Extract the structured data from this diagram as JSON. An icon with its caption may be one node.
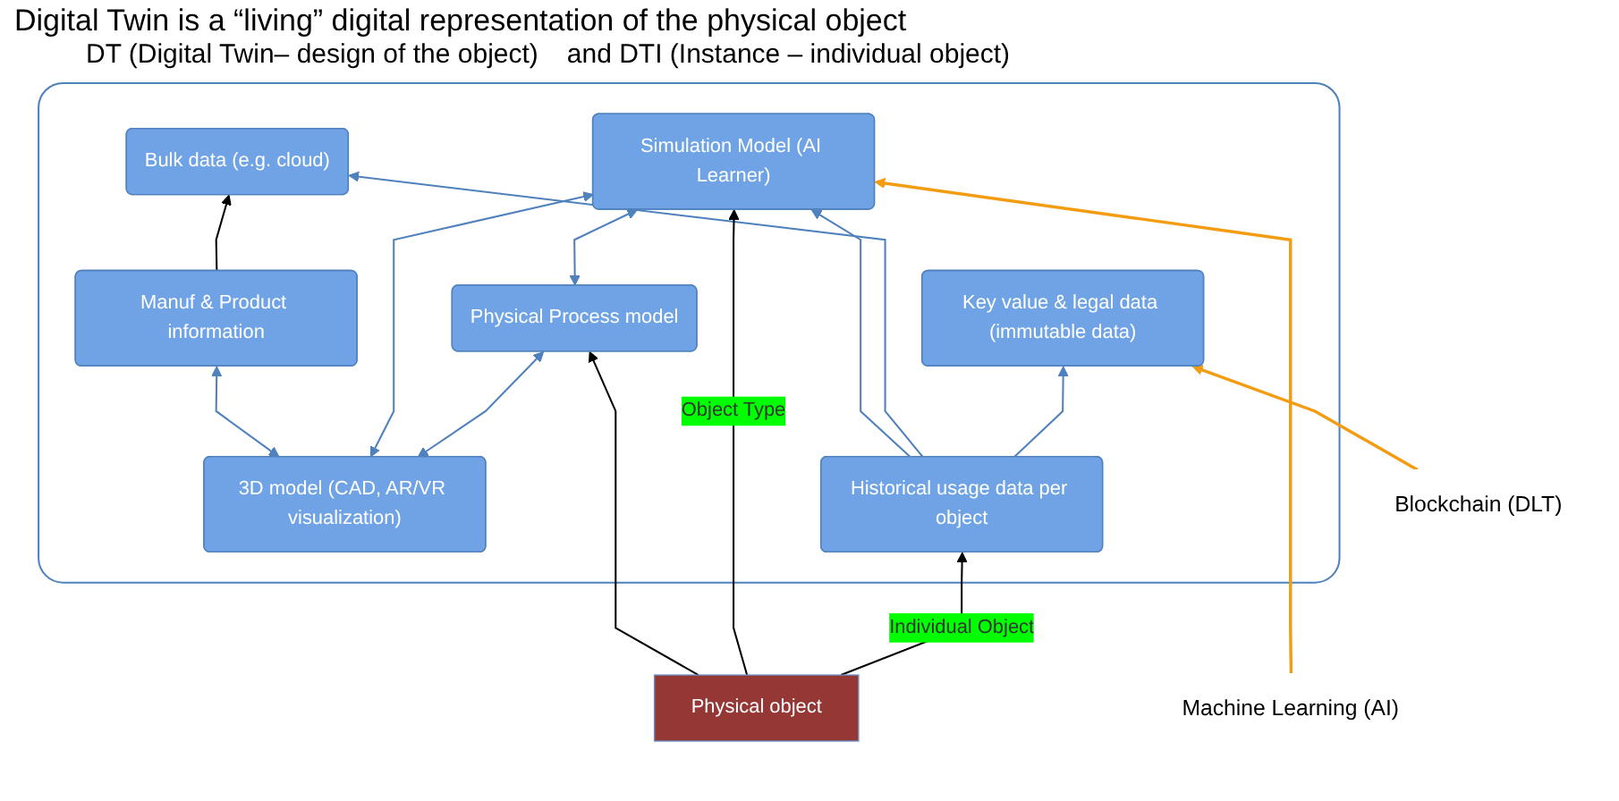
{
  "diagram": {
    "title": "Digital Twin is a “living” digital representation of the physical object",
    "nodes": [
      {
        "text": [],
        "shape": "box"
      },
      {
        "text": [
          "3D model (CAD, AR/VR visualization)"
        ],
        "in": 0
      },
      {
        "text": [
          "Manuf & Product information"
        ],
        "in": 0
      },
      {
        "text": [
          "Bulk data (e.g. cloud)"
        ],
        "in": 0
      },
      {
        "text": [
          "Key value & legal data (immutable data)"
        ],
        "in": 0
      },
      {
        "text": [
          "Simulation Model (AI Learner)"
        ],
        "in": 0
      },
      {
        "text": [
          "Physical Process model"
        ],
        "in": 0
      },
      {
        "text": [
          "Historical usage data per object"
        ],
        "in": 0
      },
      {
        "text": [
          "Physical object"
        ]
      },
      {
        "text": [
          "Machine Learning (AI)"
        ]
      },
      {
        "text": [
          "Blockchain (DLT)"
        ]
      }
    ],
    "edges": [
      {
        "from": 1,
        "to": 2,
        "arrow": "both"
      },
      {
        "from": 1,
        "to": 5,
        "arrow": "both"
      },
      {
        "from": 1,
        "to": 6,
        "arrow": "both"
      },
      {
        "from": 6,
        "to": 5,
        "arrow": "both"
      },
      {
        "from": 2,
        "to": 3,
        "arrow": "to",
        "color": "#000000"
      },
      {
        "from": 7,
        "to": 5,
        "arrow": "to"
      },
      {
        "from": 7,
        "to": 3,
        "arrow": "to"
      },
      {
        "from": 7,
        "to": 4,
        "arrow": "to"
      },
      {
        "from": 8,
        "to": 6,
        "arrow": "to",
        "color": "#000000"
      },
      {
        "from": 8,
        "to": 5,
        "arrow": "to",
        "label": "Object Type",
        "color": "#000000"
      },
      {
        "from": 8,
        "to": 7,
        "arrow": "to",
        "label": "Individual Object",
        "color": "#000000"
      },
      {
        "from": 9,
        "to": 5,
        "arrow": "to",
        "color": "#f39c12"
      },
      {
        "from": 10,
        "to": 4,
        "arrow": "to",
        "color": "#f39c12"
      }
    ],
    "labels": [
      "DT (Digital Twin– design of the object)",
      "and DTI (Instance – individual object)"
    ]
  }
}
